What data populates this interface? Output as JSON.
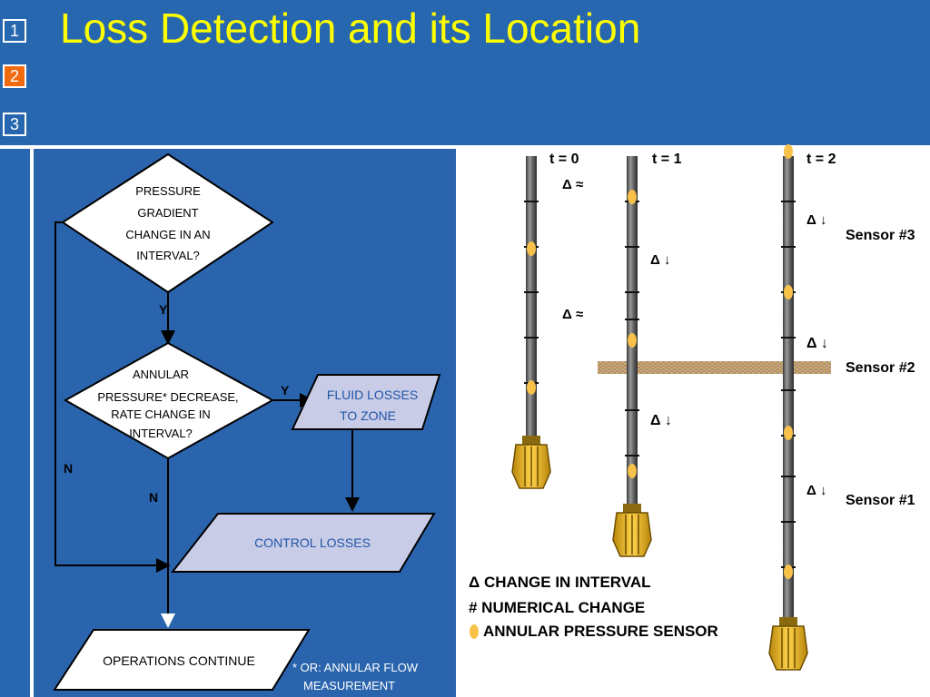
{
  "title": "Loss Detection and its Location",
  "nav": [
    {
      "label": "1",
      "active": false
    },
    {
      "label": "2",
      "active": true
    },
    {
      "label": "3",
      "active": false
    }
  ],
  "colors": {
    "header_bg": "#2767b0",
    "title": "#ffff00",
    "nav_active": "#f26a10",
    "panel_bg": "#2a64ad",
    "process_fill": "#c9cce6",
    "process_text": "#1f56a8",
    "sensor": "#f7c14a"
  },
  "flowchart": {
    "decision1": [
      "PRESSURE",
      "GRADIENT",
      "CHANGE IN AN",
      "INTERVAL?"
    ],
    "yes1": "Y",
    "decision2": [
      "ANNULAR",
      "PRESSURE* DECREASE,",
      "RATE CHANGE IN",
      "INTERVAL?"
    ],
    "yes2": "Y",
    "no1": "N",
    "no2": "N",
    "fluid_losses": [
      "FLUID LOSSES",
      "TO ZONE"
    ],
    "control_losses": "CONTROL LOSSES",
    "operations_continue": "OPERATIONS CONTINUE",
    "footnote": [
      "* OR: ANNULAR FLOW",
      "MEASUREMENT"
    ]
  },
  "wells": {
    "t0": {
      "label": "t = 0",
      "delta_top": "Δ ≈",
      "delta_mid": "Δ ≈"
    },
    "t1": {
      "label": "t = 1",
      "delta_a": "Δ ↓",
      "delta_b": "Δ ↓"
    },
    "t2": {
      "label": "t = 2",
      "delta_a": "Δ ↓",
      "delta_b": "Δ ↓",
      "delta_c": "Δ ↓"
    },
    "sensors": [
      "Sensor #3",
      "Sensor #2",
      "Sensor #1"
    ]
  },
  "legend": {
    "change": "Δ CHANGE IN INTERVAL",
    "numerical": "# NUMERICAL CHANGE",
    "sensor": "ANNULAR PRESSURE SENSOR"
  }
}
